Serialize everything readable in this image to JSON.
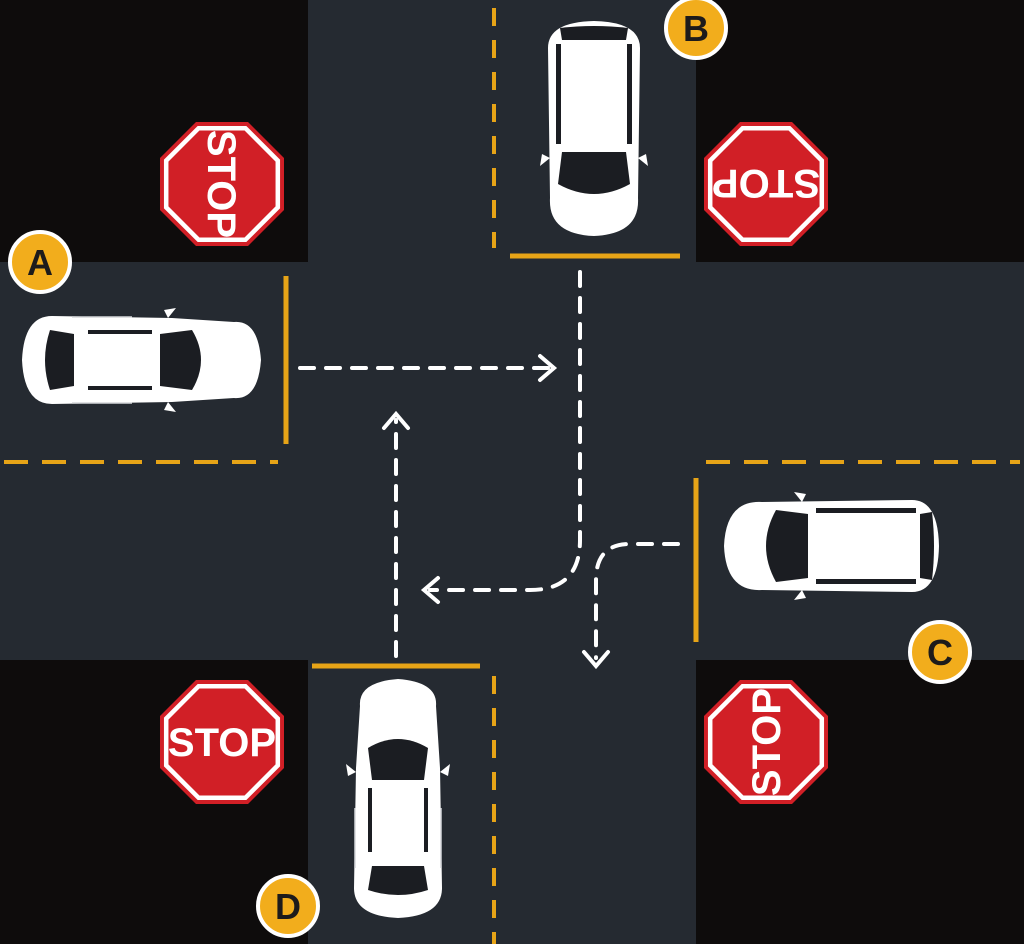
{
  "colors": {
    "road": "#252a31",
    "corner": "#0e0c0c",
    "lane_line": "#e7a417",
    "stop_sign": "#d11f26",
    "badge": "#f2ad1c",
    "car_body": "#ffffff",
    "car_glass": "#1b1d22",
    "path": "#ffffff"
  },
  "signs": [
    {
      "id": "nw",
      "text": "STOP"
    },
    {
      "id": "ne",
      "text": "STOP"
    },
    {
      "id": "sw",
      "text": "STOP"
    },
    {
      "id": "se",
      "text": "STOP"
    }
  ],
  "badges": [
    {
      "id": "a",
      "label": "A"
    },
    {
      "id": "b",
      "label": "B"
    },
    {
      "id": "c",
      "label": "C"
    },
    {
      "id": "d",
      "label": "D"
    }
  ],
  "vehicles": [
    {
      "id": "a",
      "type": "sedan-icon",
      "heading": "east"
    },
    {
      "id": "b",
      "type": "minivan-icon",
      "heading": "south"
    },
    {
      "id": "c",
      "type": "minivan-icon",
      "heading": "west"
    },
    {
      "id": "d",
      "type": "sedan-icon",
      "heading": "north"
    }
  ]
}
